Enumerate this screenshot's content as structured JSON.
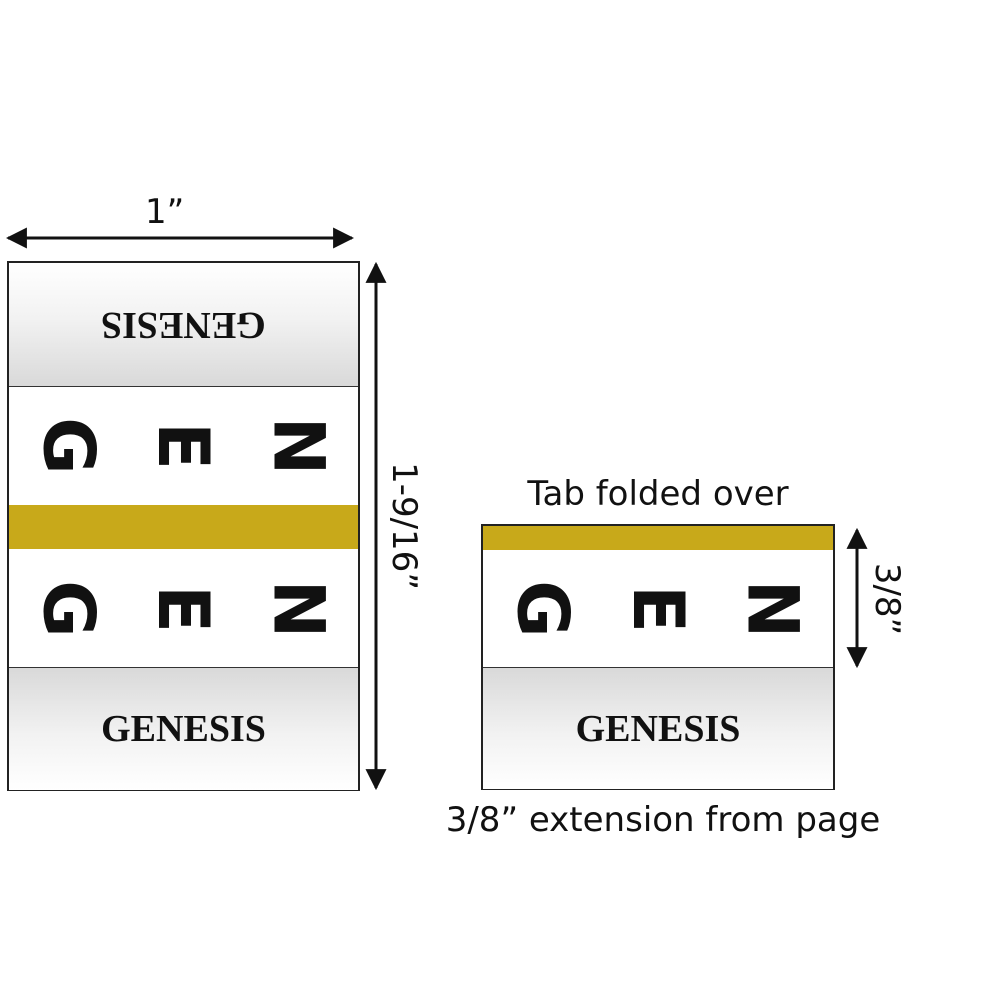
{
  "dimensions": {
    "width_label": "1”",
    "height_label": "1-9/16”",
    "small_height_label": "3/8”"
  },
  "full_label": {
    "top_text": "GENESIS",
    "abbrev_letters": [
      "G",
      "E",
      "N"
    ],
    "bottom_text": "GENESIS"
  },
  "folded_label": {
    "caption": "Tab folded over",
    "abbrev_letters": [
      "G",
      "E",
      "N"
    ],
    "bottom_text": "GENESIS",
    "extension_caption": "3/8” extension from page"
  },
  "colors": {
    "band": "#c8a91a",
    "outline": "#222222"
  }
}
